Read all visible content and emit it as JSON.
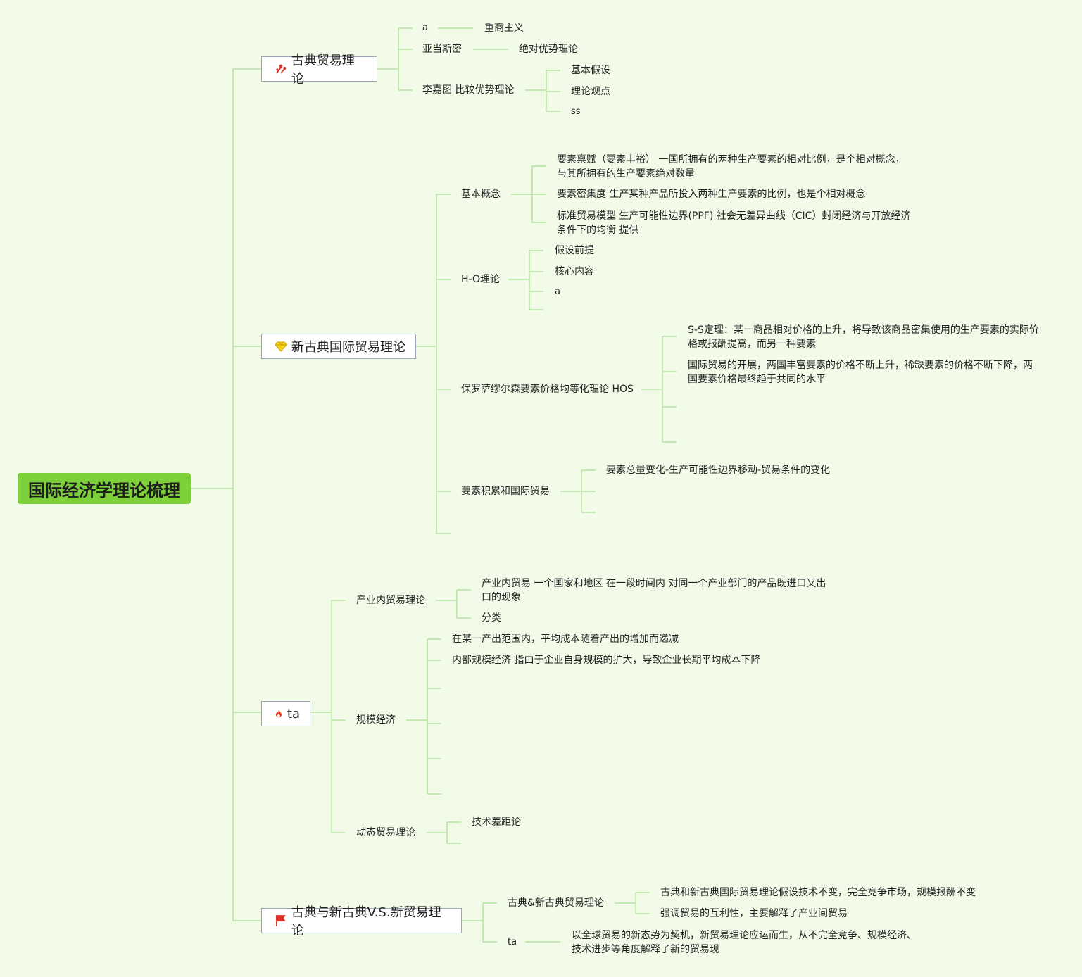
{
  "root": {
    "title": "国际经济学理论梳理"
  },
  "b1": {
    "title": "古典贸易理论",
    "icon": "pins-icon",
    "c1": "a",
    "c1_leaf": "重商主义",
    "c2": "亚当斯密",
    "c2_leaf": "绝对优势理论",
    "c3": "李嘉图 比较优势理论",
    "c3_leaves": [
      "基本假设",
      "理论观点",
      "ss"
    ]
  },
  "b2": {
    "title": "新古典国际贸易理论",
    "icon": "diamond-icon",
    "c1": "基本概念",
    "c1_leaves": [
      "要素禀赋（要素丰裕） 一国所拥有的两种生产要素的相对比例，是个相对概念，与其所拥有的生产要素绝对数量",
      "要素密集度 生产某种产品所投入两种生产要素的比例，也是个相对概念",
      "标准贸易模型 生产可能性边界(PPF) 社会无差异曲线（CIC）封闭经济与开放经济条件下的均衡 提供"
    ],
    "c2": "H-O理论",
    "c2_leaves": [
      "假设前提",
      "核心内容",
      "a"
    ],
    "c3": "保罗萨缪尔森要素价格均等化理论 HOS",
    "c3_leaves": [
      "S-S定理：某一商品相对价格的上升，将导致该商品密集使用的生产要素的实际价格或报酬提高，而另一种要素",
      "国际贸易的开展，两国丰富要素的价格不断上升，稀缺要素的价格不断下降，两国要素价格最终趋于共同的水平"
    ],
    "c4": "要素积累和国际贸易",
    "c4_leaves": [
      "要素总量变化-生产可能性边界移动-贸易条件的变化"
    ]
  },
  "b3": {
    "title": "ta",
    "icon": "fire-icon",
    "c1": "产业内贸易理论",
    "c1_leaves": [
      "产业内贸易 一个国家和地区 在一段时间内 对同一个产业部门的产品既进口又出口的现象",
      "分类"
    ],
    "c2": "规模经济",
    "c2_leaves": [
      "在某一产出范围内，平均成本随着产出的增加而递减",
      "内部规模经济 指由于企业自身规模的扩大，导致企业长期平均成本下降"
    ],
    "c3": "动态贸易理论",
    "c3_leaves": [
      "技术差距论"
    ]
  },
  "b4": {
    "title": "古典与新古典V.S.新贸易理论",
    "icon": "red-flag-icon",
    "c1": "古典&新古典贸易理论",
    "c1_leaves": [
      "古典和新古典国际贸易理论假设技术不变，完全竞争市场，规模报酬不变",
      "强调贸易的互利性，主要解释了产业间贸易"
    ],
    "c2": "ta",
    "c2_leaves": [
      "以全球贸易的新态势为契机，新贸易理论应运而生，从不完全竞争、规模经济、技术进步等角度解释了新的贸易现"
    ]
  },
  "colors": {
    "background": "#f2fbe8",
    "root": "#7ed03b",
    "line": "#b6e3a0"
  }
}
